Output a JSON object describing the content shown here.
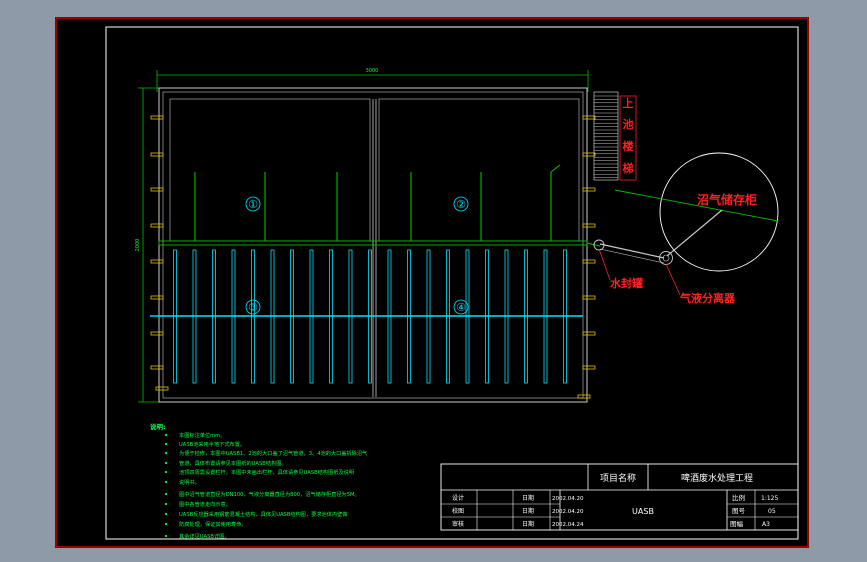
{
  "drawing": {
    "dimension_top": "3000",
    "dimension_left": "2000",
    "zones": [
      "①",
      "②",
      "③",
      "④"
    ],
    "labels": {
      "stairs": [
        "上",
        "池",
        "楼",
        "梯"
      ],
      "gas_tank": "沼气储存柜",
      "water_seal": "水封罐",
      "separator": "气液分离器"
    }
  },
  "notes": {
    "heading": "说明:",
    "items": [
      "本图标注单位mm。",
      "UASB池采用半地下式布置。",
      "为便于检修，本图中UASB1、2池的大口盖了沼气管道，3、4池的大口盖拆除沼气",
      "管道，具体布置请参见本图纸的UASB结构图。",
      "池顶四周需设置栏杆，本图中未画出栏杆，具体请参见UASB结构图纸及说明",
      "说明书。",
      "图中沼气管道直径为DN100，气液分离器直径为800，沼气储存柜直径为5M。",
      "图中各管道走向示意。",
      "UASB反应器采用钢筋混凝土结构，具体见UASB结构图，要求池体内壁做",
      "防腐处理，保证其使用寿命。",
      "其余详见UASB详图。"
    ]
  },
  "title_block": {
    "project_label": "项目名称",
    "project_name": "啤酒废水处理工程",
    "drawing_title": "UASB",
    "rows": [
      {
        "role": "设计",
        "date_label": "日期",
        "date": "2002.04.20"
      },
      {
        "role": "校图",
        "date_label": "日期",
        "date": "2002.04.20"
      },
      {
        "role": "审核",
        "date_label": "日期",
        "date": "2002.04.24"
      }
    ],
    "scale_label": "比例",
    "scale": "1:125",
    "sheet_no_label": "图号",
    "sheet_no": "05",
    "sheet_count_label": "图幅",
    "sheet_count": "A3"
  },
  "colors": {
    "background": "#8e9aa8",
    "sheet": "#000000",
    "border_red": "#ff0000",
    "frame_white": "#ffffff",
    "structure": "#c8c8c8",
    "pipe_green": "#00c000",
    "distribution_cyan": "#00e5ff",
    "annotation_red": "#ff2020",
    "notes_green": "#00ff40",
    "anchor_yellow": "#e6c000"
  }
}
